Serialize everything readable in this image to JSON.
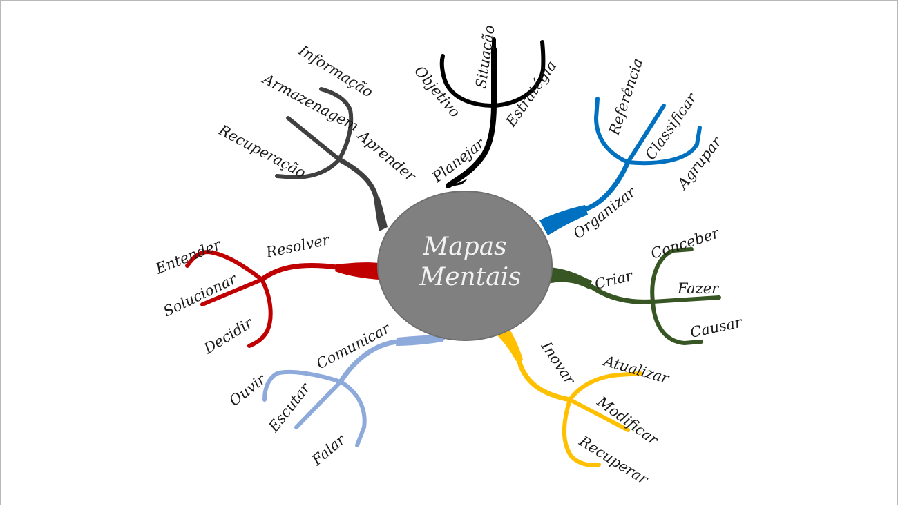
{
  "center": {
    "line1": "Mapas",
    "line2": "Mentais",
    "color": "#808080"
  },
  "branches": [
    {
      "id": "planejar",
      "label": "Planejar",
      "color": "#000000",
      "children": [
        "Objetivo",
        "Situação",
        "Estratégia"
      ]
    },
    {
      "id": "organizar",
      "label": "Organizar",
      "color": "#0070c0",
      "children": [
        "Referência",
        "Classificar",
        "Agrupar"
      ]
    },
    {
      "id": "criar",
      "label": "Criar",
      "color": "#375623",
      "children": [
        "Conceber",
        "Fazer",
        "Causar"
      ]
    },
    {
      "id": "inovar",
      "label": "Inovar",
      "color": "#ffc000",
      "children": [
        "Atualizar",
        "Modificar",
        "Recuperar"
      ]
    },
    {
      "id": "comunicar",
      "label": "Comunicar",
      "color": "#8eaadb",
      "children": [
        "Ouvir",
        "Escutar",
        "Falar"
      ]
    },
    {
      "id": "resolver",
      "label": "Resolver",
      "color": "#c00000",
      "children": [
        "Entender",
        "Solucionar",
        "Decidir"
      ]
    },
    {
      "id": "aprender",
      "label": "Aprender",
      "color": "#404040",
      "children": [
        "Informação",
        "Armazenagem",
        "Recuperação"
      ]
    }
  ]
}
